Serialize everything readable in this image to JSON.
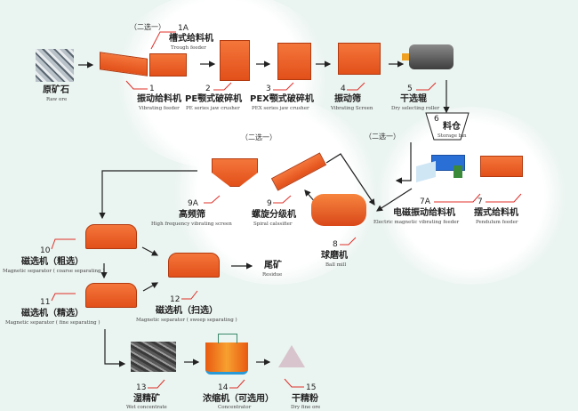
{
  "choice_label": "（二选一）",
  "colors": {
    "machine": "#e8571f",
    "leader": "#e0302a",
    "arrow": "#222222",
    "feeder_7a": "#2a6fd6"
  },
  "nodes": {
    "raw": {
      "zh": "原矿石",
      "en": "Raw ore",
      "icon": "ore-rocks-image"
    },
    "n1": {
      "num": "1",
      "zh": "振动给料机",
      "en": "Vibrating feeder"
    },
    "n1a": {
      "num": "1A",
      "zh": "槽式给料机",
      "en": "Trough feeder"
    },
    "n2": {
      "num": "2",
      "zh": "PE颚式破碎机",
      "en": "PE series jaw crusher"
    },
    "n3": {
      "num": "3",
      "zh": "PEX颚式破碎机",
      "en": "PEX series jaw crusher"
    },
    "n4": {
      "num": "4",
      "zh": "振动筛",
      "en": "Vibrating Screen"
    },
    "n5": {
      "num": "5",
      "zh": "干选辊",
      "en": "Dry selecting roller"
    },
    "n6": {
      "num": "6",
      "zh": "料仓",
      "en": "Storage bin"
    },
    "n7": {
      "num": "7",
      "zh": "摆式给料机",
      "en": "Pendulum feeder"
    },
    "n7a": {
      "num": "7A",
      "zh": "电磁振动给料机",
      "en": "Electric magnetic vibrating feeder"
    },
    "n8": {
      "num": "8",
      "zh": "球磨机",
      "en": "Ball mill"
    },
    "n9": {
      "num": "9",
      "zh": "螺旋分级机",
      "en": "Spiral calssifier"
    },
    "n9a": {
      "num": "9A",
      "zh": "高频筛",
      "en": "High frequency vibrating screen"
    },
    "n10": {
      "num": "10",
      "zh": "磁选机（粗选）",
      "en": "Magnetic separator ( coarse separating )"
    },
    "n11": {
      "num": "11",
      "zh": "磁选机（精选）",
      "en": "Magnetic separator ( fine separating )"
    },
    "n12": {
      "num": "12",
      "zh": "磁选机（扫选）",
      "en": "Magnetic separator ( sweep separating )"
    },
    "residue": {
      "zh": "尾矿",
      "en": "Residue"
    },
    "n13": {
      "num": "13",
      "zh": "湿精矿",
      "en": "Wet concentrate"
    },
    "n14": {
      "num": "14",
      "zh": "浓缩机（可选用）",
      "en": "Concentrator"
    },
    "n15": {
      "num": "15",
      "zh": "干精粉",
      "en": "Dry fine ore"
    }
  }
}
